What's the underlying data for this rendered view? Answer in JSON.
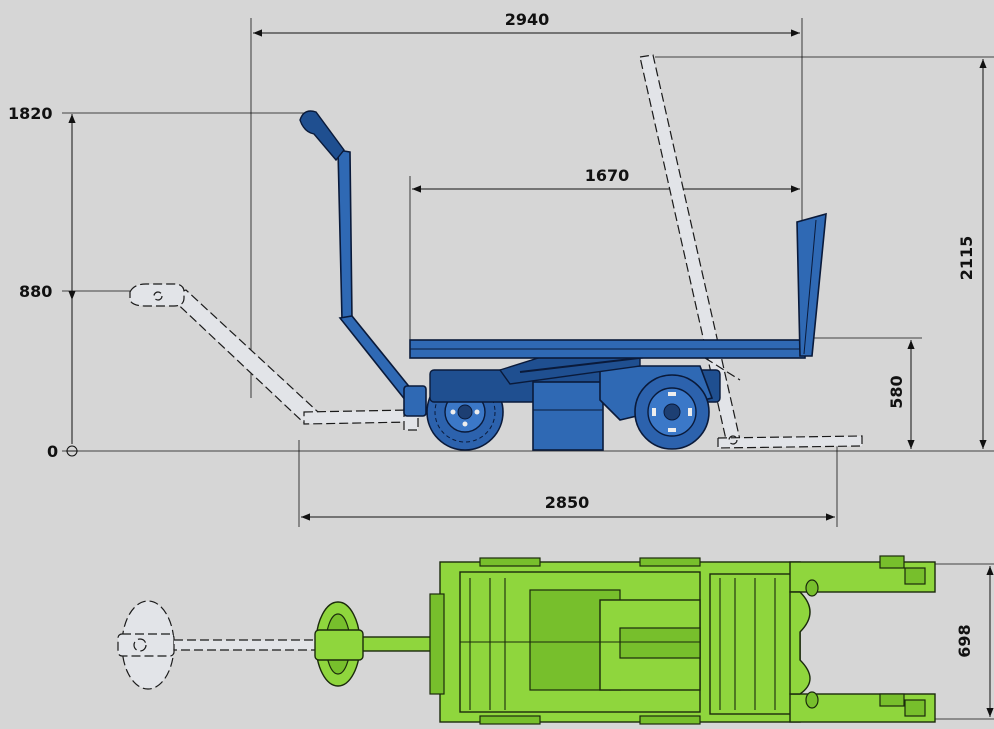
{
  "dimensions": {
    "overall_length_raised": "2940",
    "platform_length": "1670",
    "overall_length_lowered": "2850",
    "handle_height_upright": "1820",
    "handle_height_lowered": "880",
    "ground_level": "0",
    "max_height_tilted": "2115",
    "platform_height": "580",
    "width": "698"
  },
  "colors": {
    "background": "#d6d6d6",
    "side_view_body": "#2f69b4",
    "top_view_body": "#8fd63d",
    "ghost_outline": "#e2e4e8"
  }
}
